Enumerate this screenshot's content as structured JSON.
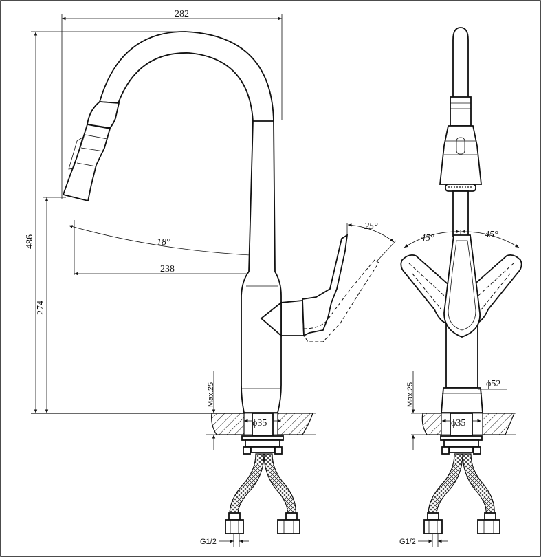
{
  "dimensions": {
    "overall_width": "282",
    "total_height": "486",
    "spout_height": "274",
    "reach": "238",
    "spout_angle": "18°",
    "handle_angle": "25°",
    "left_rotation": "45°",
    "right_rotation": "45°",
    "body_diameter": "ϕ52",
    "hole_diameter_side": "ϕ35",
    "hole_diameter_front": "ϕ35",
    "max_thickness_side": "Max.25",
    "max_thickness_front": "Max.25",
    "thread_side": "G1/2",
    "thread_front": "G1/2"
  }
}
